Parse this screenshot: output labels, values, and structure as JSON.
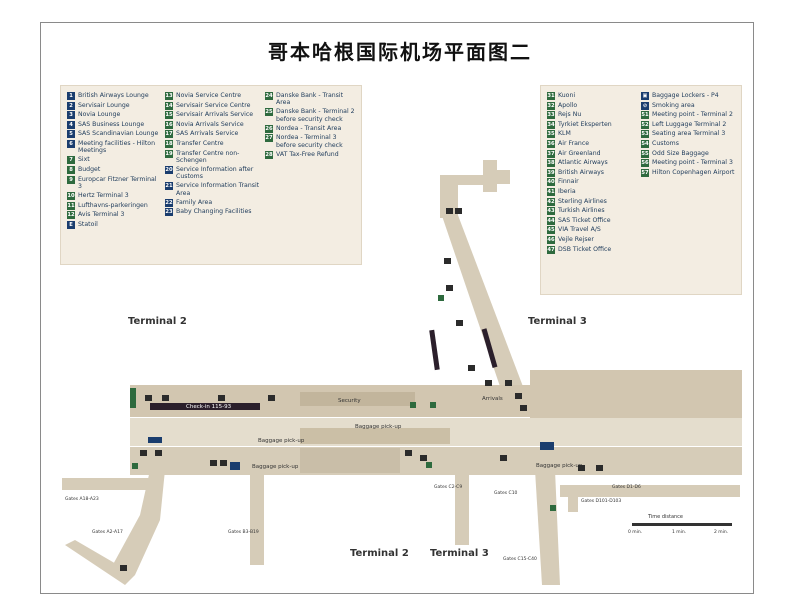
{
  "title": "哥本哈根国际机场平面图二",
  "legend_left": {
    "col1": [
      {
        "n": "1",
        "label": "British Airways Lounge",
        "c": "b"
      },
      {
        "n": "2",
        "label": "Servisair Lounge",
        "c": "b"
      },
      {
        "n": "3",
        "label": "Novia Lounge",
        "c": "b"
      },
      {
        "n": "4",
        "label": "SAS Business Lounge",
        "c": "b"
      },
      {
        "n": "5",
        "label": "SAS Scandinavian Lounge",
        "c": "b"
      },
      {
        "n": "6",
        "label": "Meeting facilities - Hilton Meetings",
        "c": "b"
      },
      {
        "n": "7",
        "label": "Sixt",
        "c": "g"
      },
      {
        "n": "8",
        "label": "Budget",
        "c": "g"
      },
      {
        "n": "9",
        "label": "Europcar Fitzner Terminal 3",
        "c": "g"
      },
      {
        "n": "10",
        "label": "Hertz Terminal 3",
        "c": "g"
      },
      {
        "n": "11",
        "label": "Lufthavns-parkeringen",
        "c": "g"
      },
      {
        "n": "12",
        "label": "Avis Terminal 3",
        "c": "g"
      },
      {
        "n": "E",
        "label": "Statoil",
        "c": "b"
      }
    ],
    "col2": [
      {
        "n": "13",
        "label": "Novia Service Centre",
        "c": "g"
      },
      {
        "n": "14",
        "label": "Servisair Service Centre",
        "c": "g"
      },
      {
        "n": "15",
        "label": "Servisair Arrivals Service",
        "c": "g"
      },
      {
        "n": "16",
        "label": "Novia Arrivals Service",
        "c": "g"
      },
      {
        "n": "17",
        "label": "SAS Arrivals Service",
        "c": "g"
      },
      {
        "n": "18",
        "label": "Transfer Centre",
        "c": "g"
      },
      {
        "n": "19",
        "label": "Transfer Centre non-Schengen",
        "c": "g"
      },
      {
        "n": "20",
        "label": "Service Information after Customs",
        "c": "b"
      },
      {
        "n": "21",
        "label": "Service Information Transit Area",
        "c": "b"
      },
      {
        "n": "22",
        "label": "Family Area",
        "c": "b"
      },
      {
        "n": "23",
        "label": "Baby Changing Facilities",
        "c": "b"
      }
    ],
    "col3": [
      {
        "n": "24",
        "label": "Danske Bank - Transit Area",
        "c": "g"
      },
      {
        "n": "25",
        "label": "Danske Bank - Terminal 2 before security check",
        "c": "g"
      },
      {
        "n": "26",
        "label": "Nordea - Transit Area",
        "c": "g"
      },
      {
        "n": "27",
        "label": "Nordea - Terminal 3 before security check",
        "c": "g"
      },
      {
        "n": "28",
        "label": "VAT Tax-Free Refund",
        "c": "g"
      }
    ]
  },
  "legend_right": {
    "col1": [
      {
        "n": "31",
        "label": "Kuoni",
        "c": "g"
      },
      {
        "n": "32",
        "label": "Apollo",
        "c": "g"
      },
      {
        "n": "33",
        "label": "Rejs Nu",
        "c": "g"
      },
      {
        "n": "34",
        "label": "Tyrkiet Eksperten",
        "c": "g"
      },
      {
        "n": "35",
        "label": "KLM",
        "c": "g"
      },
      {
        "n": "36",
        "label": "Air France",
        "c": "g"
      },
      {
        "n": "37",
        "label": "Air Greenland",
        "c": "g"
      },
      {
        "n": "38",
        "label": "Atlantic Airways",
        "c": "g"
      },
      {
        "n": "39",
        "label": "British Airways",
        "c": "g"
      },
      {
        "n": "40",
        "label": "Finnair",
        "c": "g"
      },
      {
        "n": "41",
        "label": "Iberia",
        "c": "g"
      },
      {
        "n": "42",
        "label": "Sterling Airlines",
        "c": "g"
      },
      {
        "n": "43",
        "label": "Turkish Airlines",
        "c": "g"
      },
      {
        "n": "44",
        "label": "SAS Ticket Office",
        "c": "g"
      },
      {
        "n": "45",
        "label": "VIA Travel A/S",
        "c": "g"
      },
      {
        "n": "46",
        "label": "Vejle Rejser",
        "c": "g"
      },
      {
        "n": "47",
        "label": "DSB Ticket Office",
        "c": "g"
      }
    ],
    "col2": [
      {
        "n": "▣",
        "label": "Baggage Lockers - P4",
        "c": "b"
      },
      {
        "n": "⊘",
        "label": "Smoking area",
        "c": "b"
      },
      {
        "n": "51",
        "label": "Meeting point - Terminal 2",
        "c": "g"
      },
      {
        "n": "52",
        "label": "Left Luggage Terminal 2",
        "c": "g"
      },
      {
        "n": "53",
        "label": "Seating area Terminal 3",
        "c": "g"
      },
      {
        "n": "54",
        "label": "Customs",
        "c": "g"
      },
      {
        "n": "55",
        "label": "Odd Size Baggage",
        "c": "g"
      },
      {
        "n": "56",
        "label": "Meeting point - Terminal 3",
        "c": "g"
      },
      {
        "n": "57",
        "label": "Hilton Copenhagen Airport",
        "c": "g"
      }
    ]
  },
  "regions": {
    "terminal2_top": "Terminal 2",
    "terminal3_top": "Terminal 3",
    "terminal2_bottom": "Terminal 2",
    "terminal3_bottom": "Terminal 3"
  },
  "map_labels": {
    "security": "Security",
    "arrivals": "Arrivals",
    "baggage_pickup_top": "Baggage pick-up",
    "baggage_pickup_mid": "Baggage pick-up",
    "baggage_pickup_low": "Baggage pick-up",
    "baggage_pickup_right": "Baggage pick-up",
    "checkin_bar": "Check-in 115-93"
  },
  "gates": {
    "a": "Gates A18-A23",
    "a2": "Gates A2-A17",
    "b": "Gates B3-B19",
    "c": "Gates C2-C9",
    "c10": "Gates C10",
    "c15": "Gates C15-C40",
    "d": "Gates D1-D6",
    "d101": "Gates D101-D103"
  },
  "scale": {
    "title": "Time distance",
    "ticks": [
      "0 min.",
      "1 min.",
      "2 min."
    ]
  },
  "colors": {
    "floor": "#ddd4c2",
    "floor_dark": "#c9bea8",
    "dark_strip": "#2b1f2b",
    "navy": "#1a3d6e",
    "green": "#2e6a3e"
  }
}
